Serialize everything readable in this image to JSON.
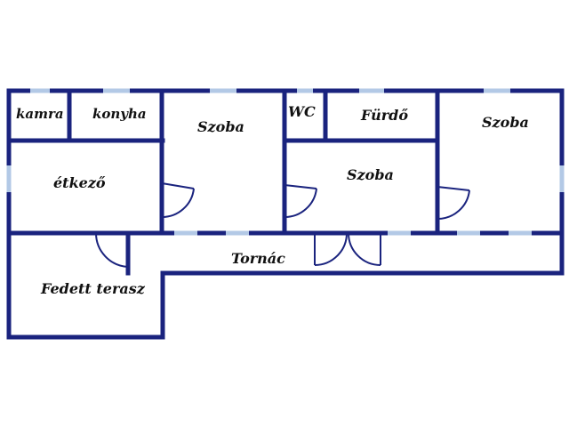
{
  "colors": {
    "wall": "#1a237e",
    "window": "#b3c9e6",
    "door": "#1a237e",
    "background": "#ffffff",
    "text": "#111111"
  },
  "rooms": {
    "kamra": "kamra",
    "konyha": "konyha",
    "szoba1": "Szoba",
    "wc": "WC",
    "furdo": "Fürdő",
    "szoba3": "Szoba",
    "etkezo": "étkező",
    "szoba2": "Szoba",
    "tornac": "Tornác",
    "fedett_terasz": "Fedett terasz"
  }
}
